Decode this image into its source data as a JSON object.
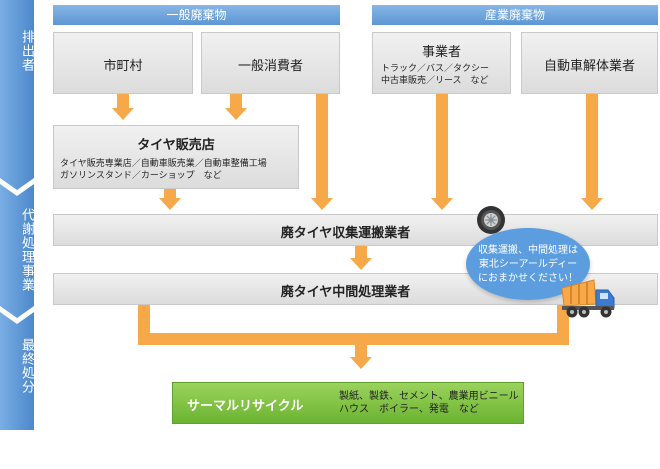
{
  "stages": {
    "discharger": "排出者",
    "processing": "代謝処理事業",
    "final": "最終処分"
  },
  "headers": {
    "general_waste": "一般廃棄物",
    "industrial_waste": "産業廃棄物"
  },
  "sources": {
    "municipality": "市町村",
    "general_consumer": "一般消費者",
    "business_title": "事業者",
    "business_sub_1": "トラック／バス／タクシー",
    "business_sub_2": "中古車販売／リース　など",
    "auto_dismantler": "自動車解体業者"
  },
  "tire_shop": {
    "title": "タイヤ販売店",
    "sub_1": "タイヤ販売専業店／自動車販売業／自動車整備工場",
    "sub_2": "ガソリンスタンド／カーショップ　など"
  },
  "collection": "廃タイヤ収集運搬業者",
  "intermediate": "廃タイヤ中間処理業者",
  "bubble": {
    "line_1": "収集運搬、中間処理は",
    "line_2": "東北シーアールディー",
    "line_3": "におまかせください！"
  },
  "thermal": {
    "title": "サーマルリサイクル",
    "uses_1": "製紙、製鉄、セメント、農業用ビニール",
    "uses_2": "ハウス　ボイラー、発電　など"
  },
  "colors": {
    "stage_blue": "#5d96d4",
    "arrow_orange": "#f7a848",
    "recycle_green": "#7cc043"
  },
  "icons": [
    "tire-icon",
    "dump-truck-icon"
  ]
}
